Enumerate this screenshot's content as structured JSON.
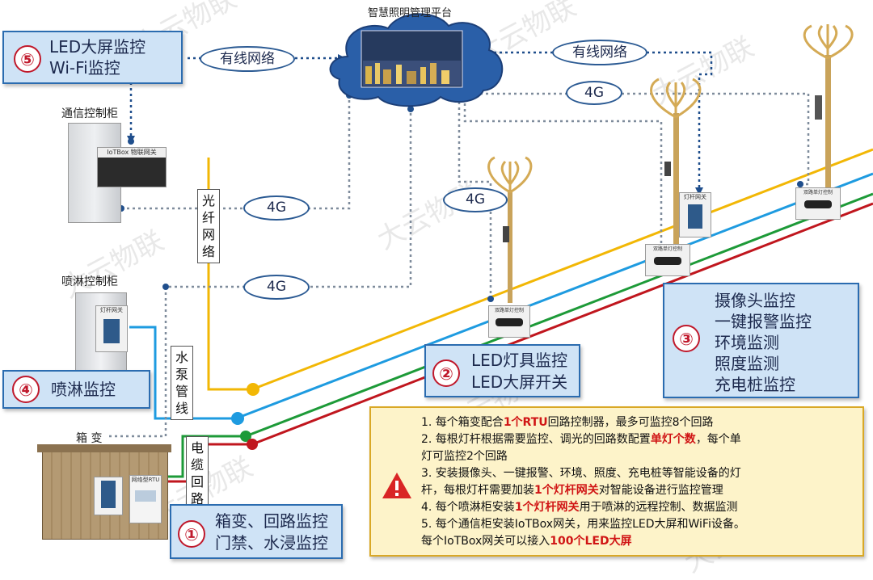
{
  "platform": {
    "title": "智慧照明管理平台"
  },
  "networks": {
    "wired_left": "有线网络",
    "wired_right": "有线网络",
    "g4_top": "4G",
    "g4_mid": "4G",
    "g4_pole": "4G",
    "g4_low": "4G"
  },
  "cabinet_labels": {
    "comm": "通信控制柜",
    "spray": "喷淋控制柜",
    "box": "箱 变"
  },
  "vertical_labels": {
    "fiber": "光纤网络",
    "pump": "水泵管线",
    "cable": "电缆回路"
  },
  "device_labels": {
    "iotbox": "IoTBox 物联网关",
    "pole_gateway": "灯杆网关",
    "rtu": "网络型RTU",
    "single_light": "双路单灯控制"
  },
  "callouts": {
    "c5": {
      "num": "⑤",
      "lines": [
        "LED大屏监控",
        "Wi-Fi监控"
      ]
    },
    "c4": {
      "num": "④",
      "lines": [
        "喷淋监控"
      ]
    },
    "c2": {
      "num": "②",
      "lines": [
        "LED灯具监控",
        "LED大屏开关"
      ]
    },
    "c3": {
      "num": "③",
      "lines": [
        "摄像头监控",
        "一键报警监控",
        "环境监测",
        "照度监测",
        "充电桩监控"
      ]
    },
    "c1": {
      "num": "①",
      "lines": [
        "箱变、回路监控",
        "门禁、水浸监控"
      ]
    }
  },
  "notes": [
    {
      "pre": "1. 每个箱变配合",
      "bold": "1个RTU",
      "post": "回路控制器，最多可监控8个回路"
    },
    {
      "pre": "2. 每根灯杆根据需要监控、调光的回路数配置",
      "bold": "单灯个数",
      "post": "，每个单"
    },
    {
      "pre": "灯可监控2个回路",
      "bold": "",
      "post": ""
    },
    {
      "pre": "3. 安装摄像头、一键报警、环境、照度、充电桩等智能设备的灯",
      "bold": "",
      "post": ""
    },
    {
      "pre": "杆，每根灯杆需要加装",
      "bold": "1个灯杆网关",
      "post": "对智能设备进行监控管理"
    },
    {
      "pre": "4. 每个喷淋柜安装",
      "bold": "1个灯杆网关",
      "post": "用于喷淋的远程控制、数据监测"
    },
    {
      "pre": "5. 每个通信柜安装IoTBox网关，用来监控LED大屏和WiFi设备。",
      "bold": "",
      "post": ""
    },
    {
      "pre": "每个IoTBox网关可以接入",
      "bold": "100个LED大屏",
      "post": ""
    }
  ],
  "watermark": "大云物联",
  "colors": {
    "yellow": "#f2b705",
    "blue": "#1e9be0",
    "green": "#1d9a38",
    "red": "#c0161e",
    "dotted": "#7f8c9c",
    "navy": "#1f4e8c"
  }
}
